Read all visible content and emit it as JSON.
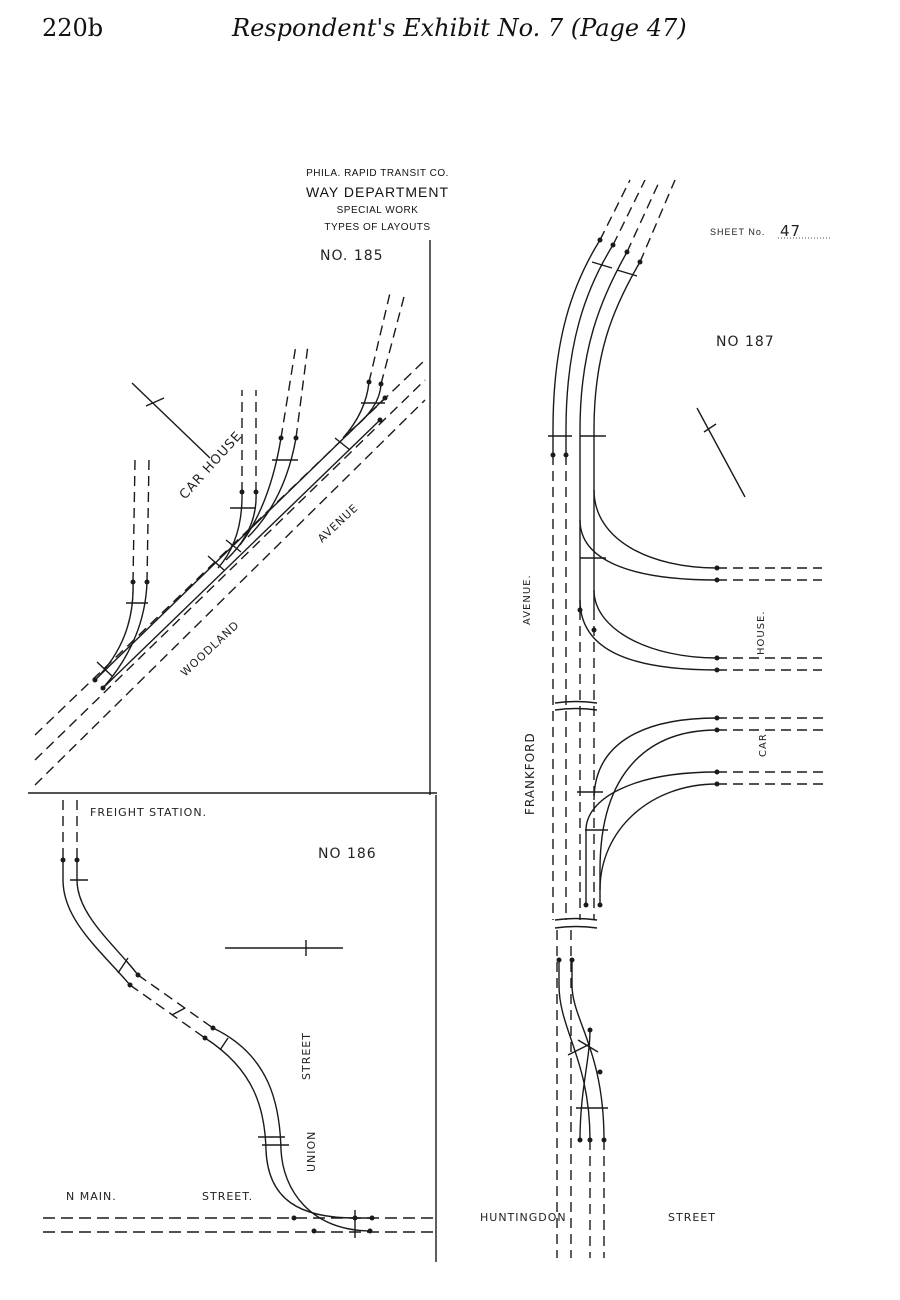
{
  "header": {
    "page_number": "220b",
    "title": "Respondent's Exhibit No. 7 (Page 47)"
  },
  "title_block": {
    "company": "PHILA. RAPID TRANSIT CO.",
    "department": "WAY DEPARTMENT",
    "line1": "SPECIAL WORK",
    "line2": "TYPES OF LAYOUTS"
  },
  "sheet": {
    "label": "SHEET No.",
    "number": "47"
  },
  "layouts": {
    "no185": {
      "number": "NO. 185",
      "car_house": "CAR HOUSE",
      "avenue": "AVENUE",
      "woodland": "WOODLAND"
    },
    "no186": {
      "number": "NO 186",
      "freight_station": "FREIGHT STATION.",
      "n_main": "N MAIN.",
      "street": "STREET.",
      "union": "UNION",
      "union_street": "STREET"
    },
    "no187": {
      "number": "NO 187",
      "avenue": "AVENUE.",
      "frankford": "FRANKFORD",
      "house": "HOUSE.",
      "car": "CAR",
      "huntingdon": "HUNTINGDON",
      "street": "STREET"
    }
  },
  "colors": {
    "ink": "#1a1a1a",
    "paper": "#ffffff"
  }
}
